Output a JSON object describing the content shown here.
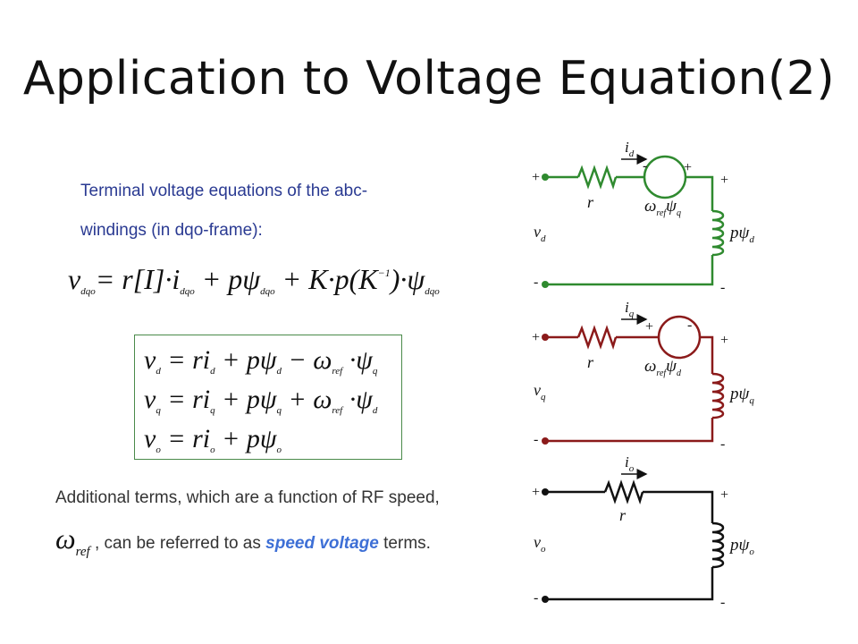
{
  "title": "Application to Voltage Equation(2)",
  "intro": {
    "line1": "Terminal voltage equations of the abc-",
    "line2": "windings (in dqo-frame):"
  },
  "main_equation": {
    "lhs": "v",
    "lhs_sub": "dqo",
    "eq": "= r[I]·i",
    "i_sub": "dqo",
    "term2": " + pψ",
    "psi_sub": "dqo",
    "term3": " + K·p(K",
    "inv": "−1",
    "term3b": ")·ψ",
    "psi2_sub": "dqo"
  },
  "system": {
    "rows": [
      {
        "lhs": "v",
        "sub": "d",
        "rhs1": " = ri",
        "s1": "d",
        "rhs2": " + pψ",
        "s2": "d",
        "rhs3": " − ω",
        "s3": "ref",
        "rhs4": " ·ψ",
        "s4": "q"
      },
      {
        "lhs": "v",
        "sub": "q",
        "rhs1": " = ri",
        "s1": "q",
        "rhs2": " + pψ",
        "s2": "q",
        "rhs3": " + ω",
        "s3": "ref",
        "rhs4": " ·ψ",
        "s4": "d"
      },
      {
        "lhs": "v",
        "sub": "o",
        "rhs1": " = ri",
        "s1": "o",
        "rhs2": " + pψ",
        "s2": "o"
      }
    ]
  },
  "note": {
    "line1": "Additional terms, which are a function of RF speed,",
    "omega": "ω",
    "omega_sub": "ref",
    "line2_pre": " ,  can be referred to as ",
    "highlight": "speed voltage",
    "line2_post": " terms."
  },
  "circuits": {
    "d": {
      "color": "#2f8a2f",
      "current": "i",
      "current_sub": "d",
      "resistor": "r",
      "source_label": "ω",
      "source_sub": "ref",
      "source_psi": "ψ",
      "source_psi_sub": "q",
      "source_left": "-",
      "source_right": "+",
      "voltage": "v",
      "voltage_sub": "d",
      "inductor": "pψ",
      "inductor_sub": "d",
      "plus": "+",
      "minus": "-"
    },
    "q": {
      "color": "#8b1a1a",
      "current": "i",
      "current_sub": "q",
      "resistor": "r",
      "source_label": "ω",
      "source_sub": "ref",
      "source_psi": "ψ",
      "source_psi_sub": "d",
      "source_left": "+",
      "source_right": "-",
      "voltage": "v",
      "voltage_sub": "q",
      "inductor": "pψ",
      "inductor_sub": "q",
      "plus": "+",
      "minus": "-"
    },
    "o": {
      "color": "#111111",
      "current": "i",
      "current_sub": "o",
      "resistor": "r",
      "voltage": "v",
      "voltage_sub": "o",
      "inductor": "pψ",
      "inductor_sub": "o",
      "plus": "+",
      "minus": "-"
    }
  }
}
